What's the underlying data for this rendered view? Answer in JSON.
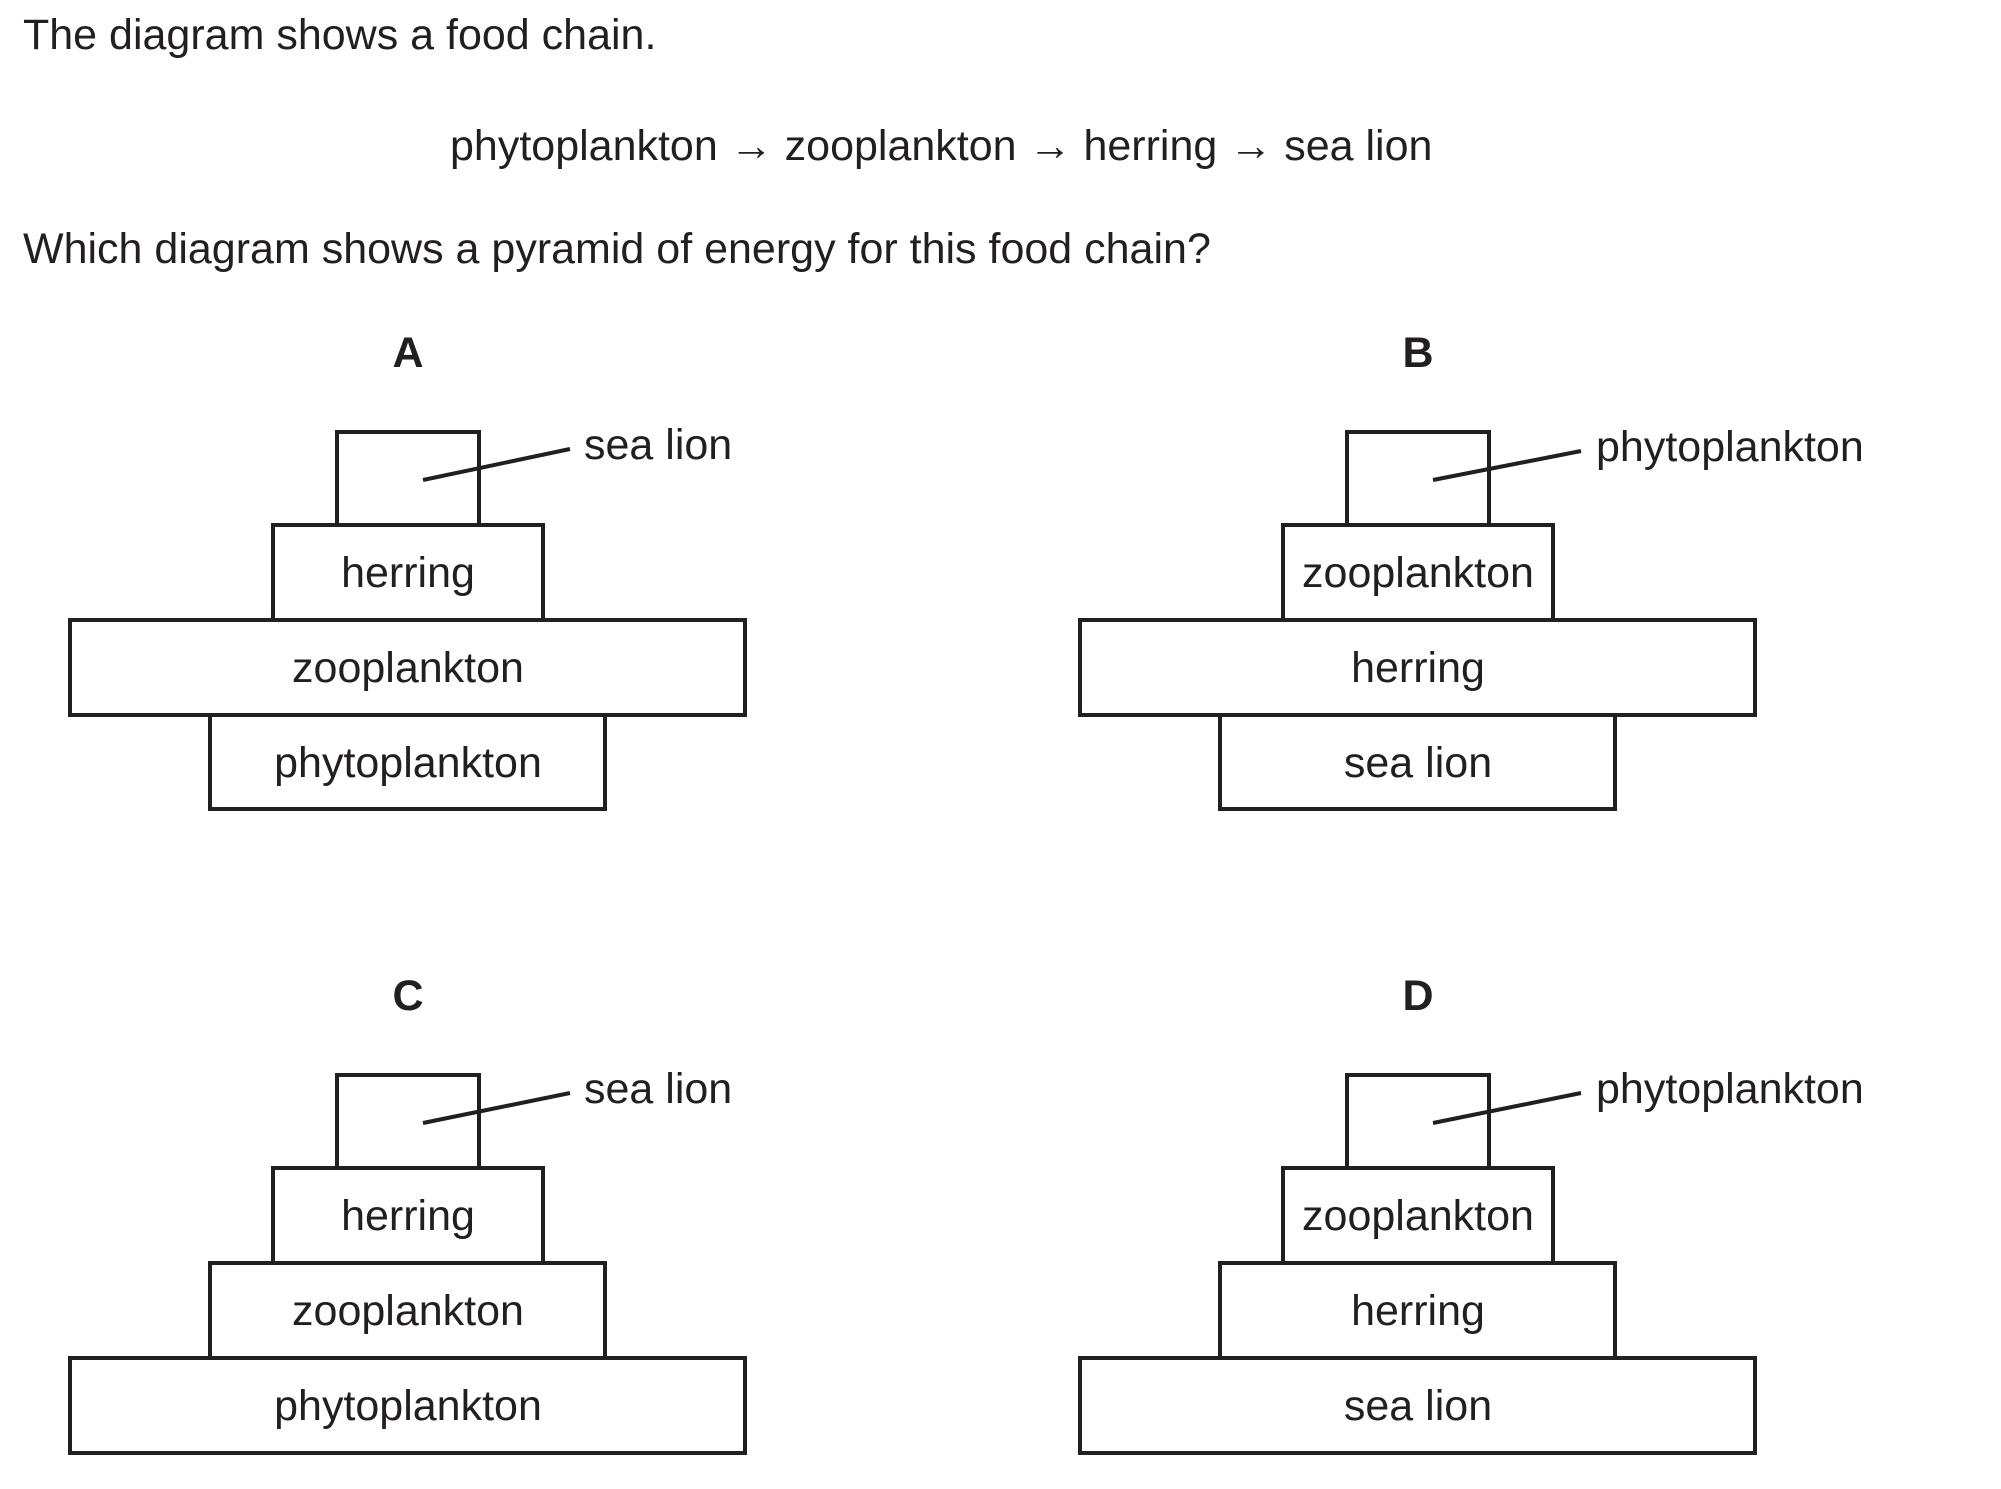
{
  "intro": "The diagram shows a food chain.",
  "food_chain": {
    "organisms": [
      "phytoplankton",
      "zooplankton",
      "herring",
      "sea lion"
    ],
    "arrow": "→",
    "text": "phytoplankton → zooplankton → herring → sea lion"
  },
  "question": "Which diagram shows a pyramid of energy for this food chain?",
  "options": [
    {
      "letter": "A",
      "levels_top_to_bottom": [
        "sea lion",
        "herring",
        "zooplankton",
        "phytoplankton"
      ]
    },
    {
      "letter": "B",
      "levels_top_to_bottom": [
        "phytoplankton",
        "zooplankton",
        "herring",
        "sea lion"
      ]
    },
    {
      "letter": "C",
      "levels_top_to_bottom": [
        "sea lion",
        "herring",
        "zooplankton",
        "phytoplankton"
      ]
    },
    {
      "letter": "D",
      "levels_top_to_bottom": [
        "phytoplankton",
        "zooplankton",
        "herring",
        "sea lion"
      ]
    }
  ],
  "colors": {
    "ink": "#231f20",
    "background": "#ffffff"
  }
}
